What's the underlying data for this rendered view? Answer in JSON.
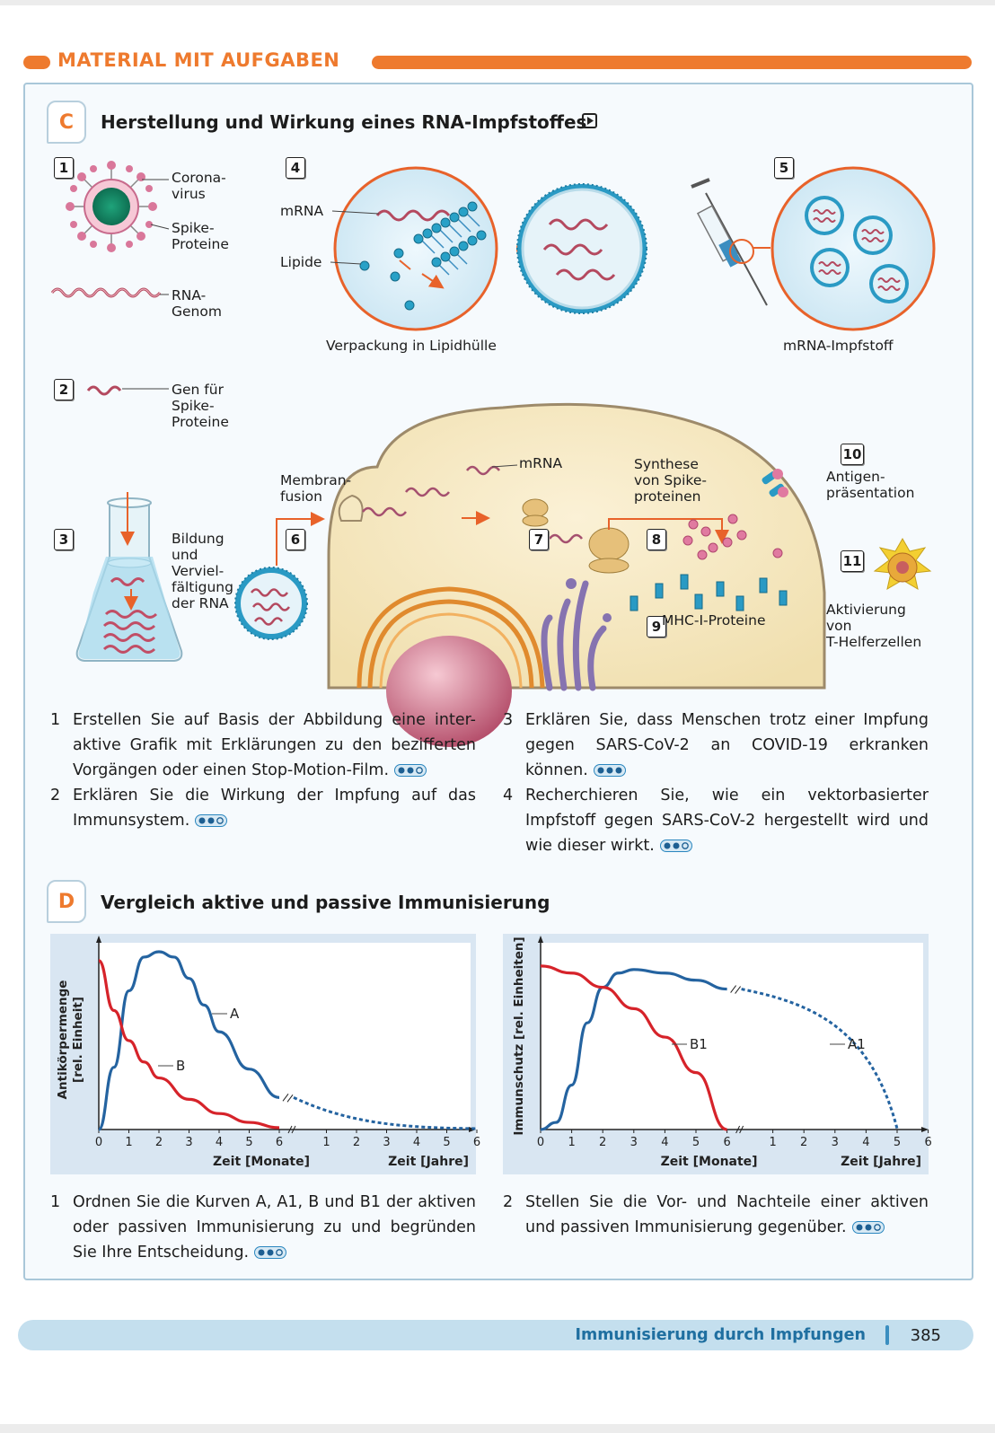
{
  "header": {
    "label": "MATERIAL MIT AUFGABEN",
    "accent": "#ee7a2e"
  },
  "sectionC": {
    "letter": "C",
    "title": "Herstellung und Wirkung eines RNA-Impfstoffes",
    "video_icon": "play-icon",
    "numbers": [
      "1",
      "2",
      "3",
      "4",
      "5",
      "6",
      "7",
      "8",
      "9",
      "10",
      "11"
    ],
    "labels": {
      "coronavirus": "Corona-\nvirus",
      "spike": "Spike-\nProteine",
      "rna_genom": "RNA-\nGenom",
      "gen_spike": "Gen für\nSpike-\nProteine",
      "bildung": "Bildung\nund\nVerviel-\nfältigung\nder RNA",
      "mrna4": "mRNA",
      "lipide": "Lipide",
      "verpackung": "Verpackung in Lipidhülle",
      "impfstoff": "mRNA-Impfstoff",
      "membranfusion": "Membran-\nfusion",
      "mrna_cell": "mRNA",
      "synthese": "Synthese\nvon Spike-\nproteinen",
      "mhc": "MHC-I-Proteine",
      "antigen": "Antigen-\npräsentation",
      "aktivierung": "Aktivierung\nvon\nT-Helferzellen"
    },
    "tasks": [
      {
        "n": "1",
        "text": "Erstellen Sie auf Basis der Abbildung eine inter-aktive Grafik mit Erklärungen zu den bezifferten Vorgängen oder einen Stop-Motion-Film."
      },
      {
        "n": "2",
        "text": "Erklären Sie die Wirkung der Impfung auf das Immunsystem."
      },
      {
        "n": "3",
        "text": "Erklären Sie, dass Menschen trotz einer Impfung gegen SARS-CoV-2 an COVID-19 erkranken können."
      },
      {
        "n": "4",
        "text": "Recherchieren Sie, wie ein vektorbasierter Impfstoff gegen SARS-CoV-2 hergestellt wird und wie dieser wirkt."
      }
    ]
  },
  "sectionD": {
    "letter": "D",
    "title": "Vergleich aktive und passive Immunisierung",
    "tasks": [
      {
        "n": "1",
        "text": "Ordnen Sie die Kurven A, A1, B und B1 der aktiven oder passiven Immunisierung zu und begründen Sie Ihre Entscheidung."
      },
      {
        "n": "2",
        "text": "Stellen Sie die Vor- und Nachteile einer aktiven und passiven Immunisierung gegenüber."
      }
    ]
  },
  "chart_data": [
    {
      "type": "line",
      "ylabel": "Antikörpermenge\n[rel. Einheit]",
      "xlabel_left": "Zeit [Monate]",
      "xlabel_right": "Zeit [Jahre]",
      "x_ticks_months": [
        "0",
        "1",
        "2",
        "3",
        "4",
        "5",
        "6"
      ],
      "x_ticks_years": [
        "1",
        "2",
        "3",
        "4",
        "5",
        "6"
      ],
      "axis_break": true,
      "series": [
        {
          "name": "A",
          "color": "#2463a0",
          "points": [
            [
              0,
              0.0
            ],
            [
              0.5,
              0.35
            ],
            [
              1,
              0.78
            ],
            [
              1.5,
              0.97
            ],
            [
              2,
              1.0
            ],
            [
              2.5,
              0.97
            ],
            [
              3,
              0.85
            ],
            [
              3.5,
              0.7
            ],
            [
              4,
              0.55
            ],
            [
              5,
              0.34
            ],
            [
              6,
              0.18
            ]
          ],
          "dotted_continuation_to_year": 6
        },
        {
          "name": "B",
          "color": "#d6232a",
          "points": [
            [
              0,
              0.95
            ],
            [
              0.5,
              0.67
            ],
            [
              1,
              0.5
            ],
            [
              1.5,
              0.38
            ],
            [
              2,
              0.29
            ],
            [
              3,
              0.17
            ],
            [
              4,
              0.09
            ],
            [
              5,
              0.04
            ],
            [
              6,
              0.01
            ]
          ]
        }
      ]
    },
    {
      "type": "line",
      "ylabel": "Immunschutz [rel. Einheiten]",
      "xlabel_left": "Zeit [Monate]",
      "xlabel_right": "Zeit [Jahre]",
      "x_ticks_months": [
        "0",
        "1",
        "2",
        "3",
        "4",
        "5",
        "6"
      ],
      "x_ticks_years": [
        "1",
        "2",
        "3",
        "4",
        "5",
        "6"
      ],
      "axis_break": true,
      "series": [
        {
          "name": "A1",
          "color": "#2463a0",
          "points": [
            [
              0,
              0.0
            ],
            [
              0.5,
              0.04
            ],
            [
              1,
              0.25
            ],
            [
              1.5,
              0.6
            ],
            [
              2,
              0.8
            ],
            [
              2.5,
              0.88
            ],
            [
              3,
              0.9
            ],
            [
              4,
              0.88
            ],
            [
              5,
              0.84
            ],
            [
              6,
              0.79
            ]
          ],
          "dotted_decline_to_year": 5
        },
        {
          "name": "B1",
          "color": "#d6232a",
          "points": [
            [
              0,
              0.92
            ],
            [
              1,
              0.88
            ],
            [
              2,
              0.8
            ],
            [
              3,
              0.68
            ],
            [
              4,
              0.52
            ],
            [
              5,
              0.32
            ],
            [
              6,
              0.0
            ]
          ]
        }
      ]
    }
  ],
  "footer": {
    "title": "Immunisierung durch Impfungen",
    "page": "385"
  }
}
